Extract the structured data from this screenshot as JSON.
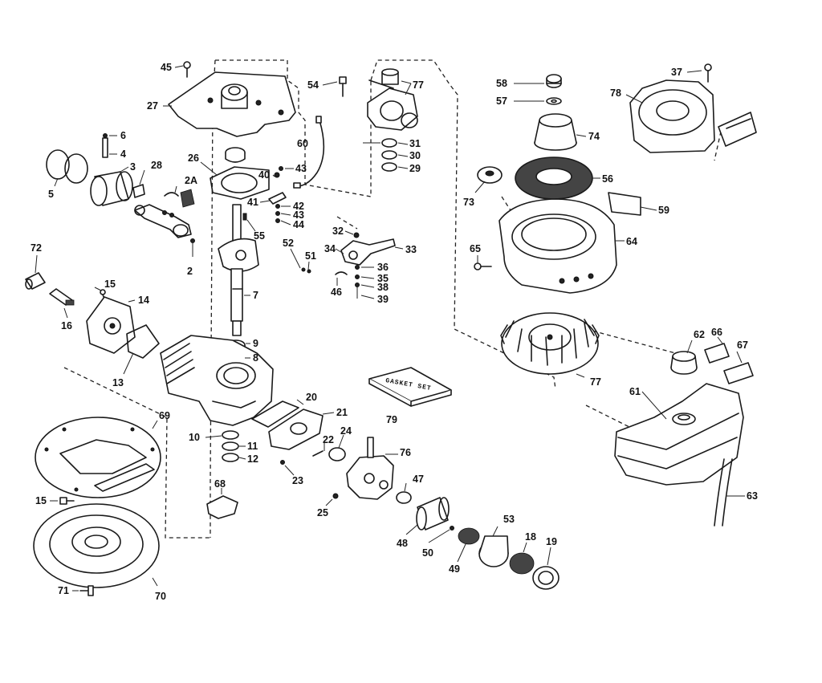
{
  "diagram": {
    "type": "exploded-parts-diagram",
    "callouts": [
      "45",
      "27",
      "54",
      "77",
      "58",
      "57",
      "37",
      "78",
      "6",
      "4",
      "5",
      "3",
      "28",
      "26",
      "2A",
      "40",
      "43",
      "60",
      "31",
      "30",
      "29",
      "74",
      "56",
      "73",
      "59",
      "41",
      "42",
      "43",
      "44",
      "55",
      "2",
      "32",
      "34",
      "33",
      "52",
      "51",
      "36",
      "35",
      "38",
      "39",
      "46",
      "65",
      "64",
      "72",
      "15",
      "14",
      "16",
      "7",
      "9",
      "8",
      "13",
      "62",
      "66",
      "67",
      "61",
      "20",
      "21",
      "79",
      "77",
      "10",
      "11",
      "12",
      "22",
      "24",
      "76",
      "23",
      "69",
      "68",
      "47",
      "25",
      "63",
      "15",
      "53",
      "48",
      "18",
      "19",
      "50",
      "49",
      "71",
      "70"
    ],
    "box_label": "GASKET SET"
  }
}
